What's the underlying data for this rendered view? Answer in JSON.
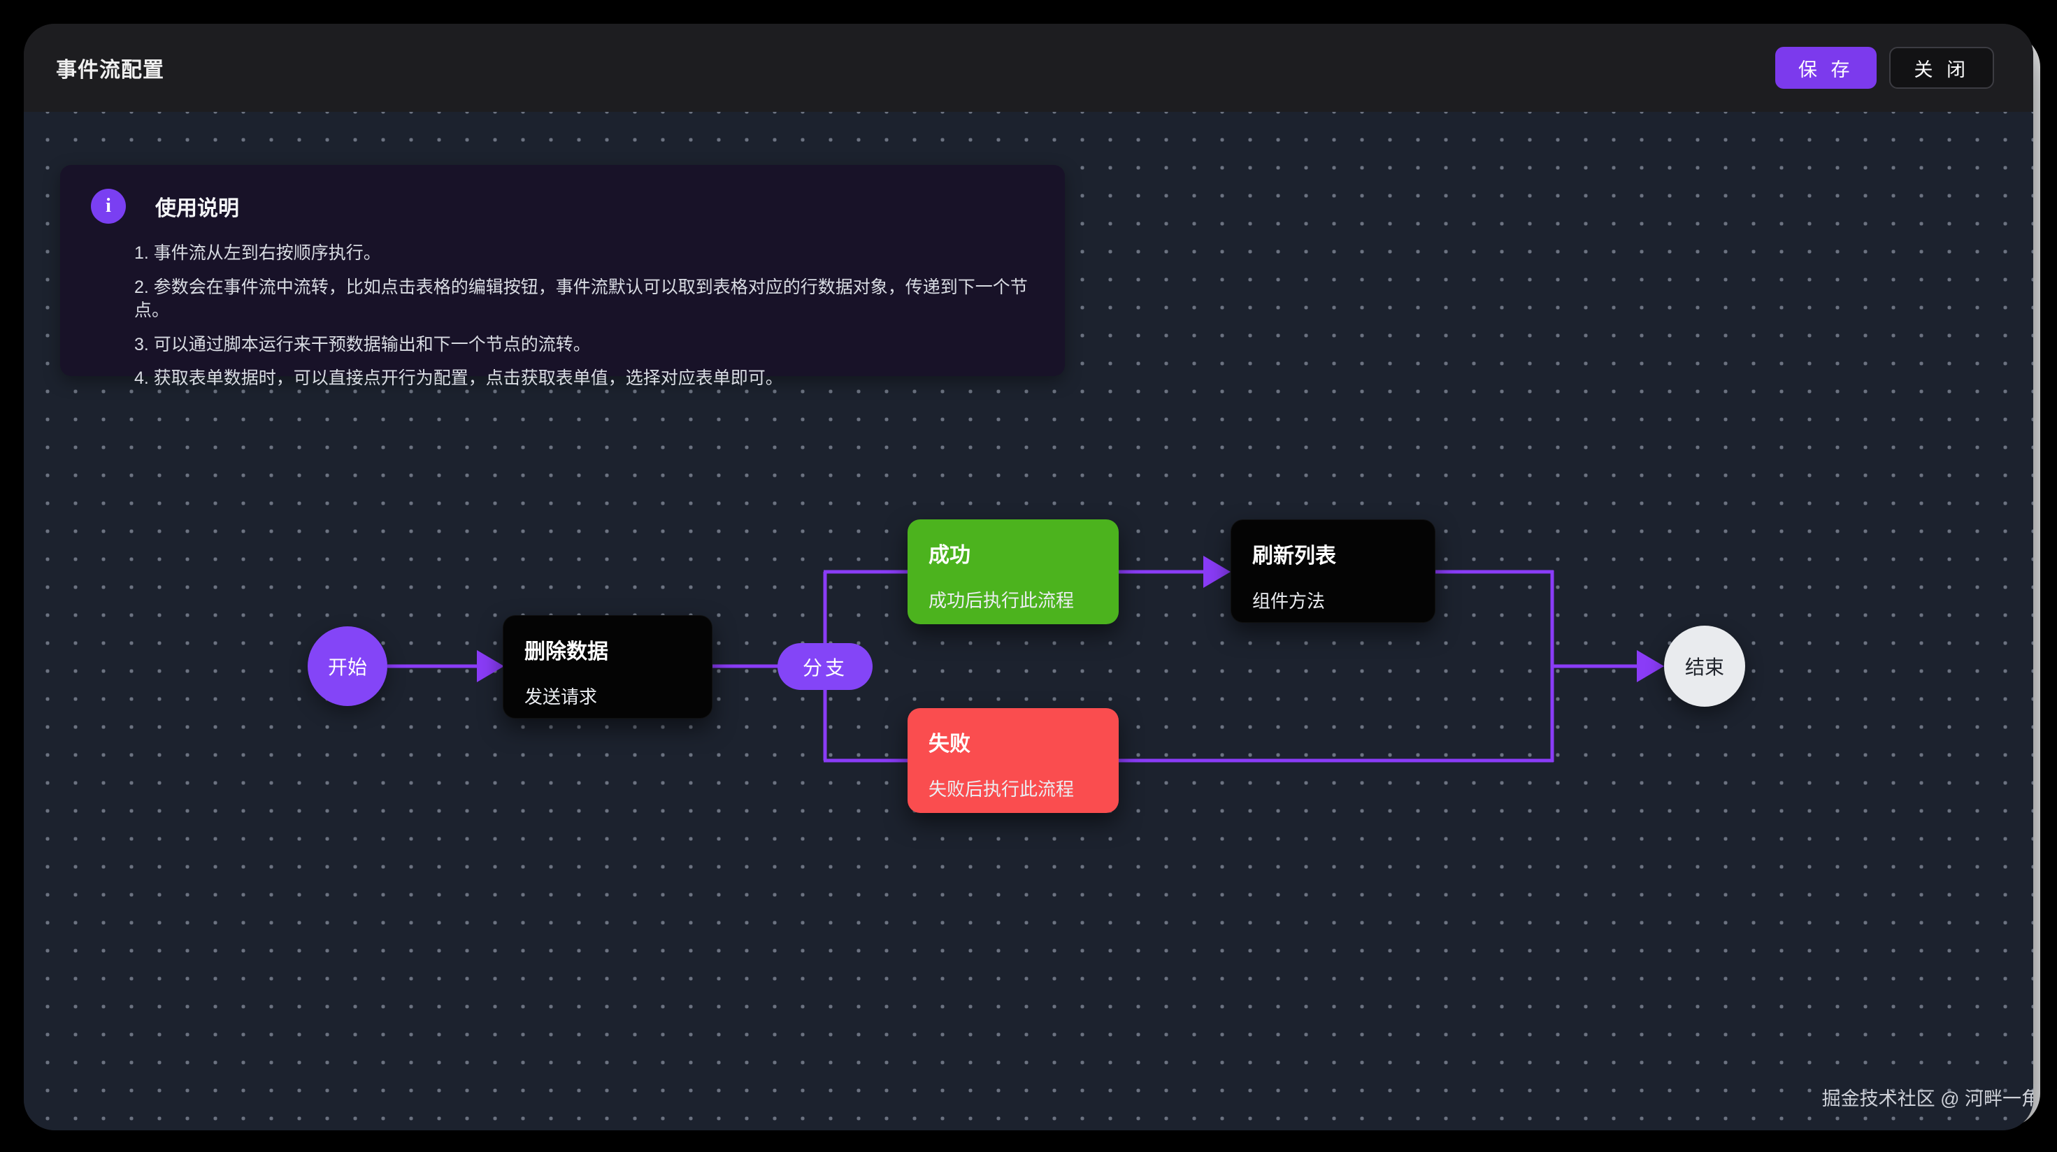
{
  "window": {
    "title": "事件流配置"
  },
  "header": {
    "save_label": "保 存",
    "close_label": "关 闭"
  },
  "instructions": {
    "icon": "info-icon",
    "icon_glyph": "i",
    "title": "使用说明",
    "items": [
      "1. 事件流从左到右按顺序执行。",
      "2. 参数会在事件流中流转，比如点击表格的编辑按钮，事件流默认可以取到表格对应的行数据对象，传递到下一个节点。",
      "3. 可以通过脚本运行来干预数据输出和下一个节点的流转。",
      "4. 获取表单数据时，可以直接点开行为配置，点击获取表单值，选择对应表单即可。"
    ]
  },
  "flow": {
    "start": {
      "label": "开始"
    },
    "delete_node": {
      "title": "删除数据",
      "subtitle": "发送请求"
    },
    "branch": {
      "label": "分支"
    },
    "success": {
      "title": "成功",
      "subtitle": "成功后执行此流程"
    },
    "refresh": {
      "title": "刷新列表",
      "subtitle": "组件方法"
    },
    "fail": {
      "title": "失败",
      "subtitle": "失败后执行此流程"
    },
    "end": {
      "label": "结束"
    }
  },
  "watermark": "掘金技术社区 @ 河畔一角",
  "colors": {
    "accent_purple": "#7c3aed",
    "node_purple": "#8445f7",
    "edge_purple": "#8a3cf7",
    "success_green": "#4cb31e",
    "fail_red": "#fa4d4f",
    "end_gray": "#e9ebee",
    "canvas_bg": "#1c222e",
    "header_bg": "#1d1d20",
    "info_panel_bg": "#181228"
  }
}
